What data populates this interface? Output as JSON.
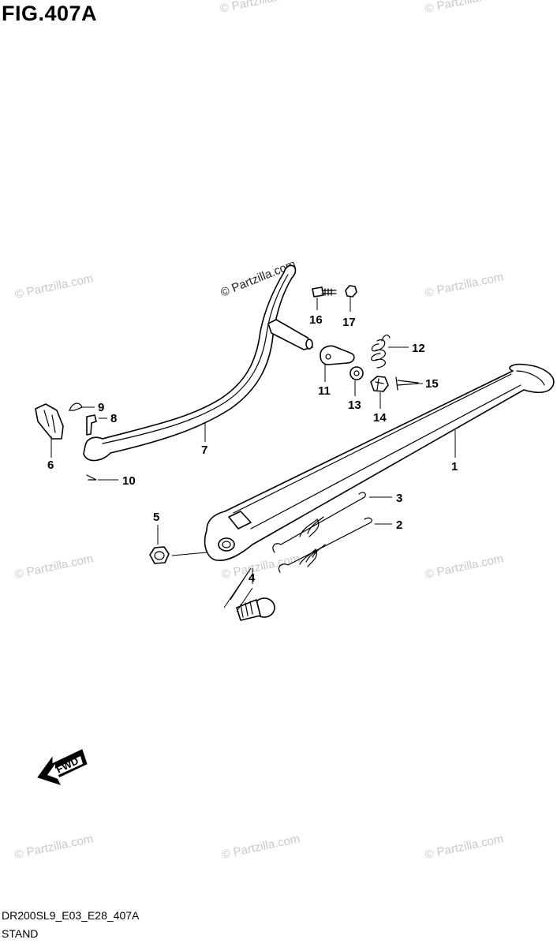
{
  "header": {
    "figure_title": "FIG.407A"
  },
  "footer": {
    "code": "DR200SL9_E03_E28_407A",
    "caption": "STAND"
  },
  "watermark": {
    "text": "© Partzilla.com"
  },
  "fwd_label": "FWD",
  "callouts": [
    {
      "id": "c1",
      "label": "1"
    },
    {
      "id": "c2",
      "label": "2"
    },
    {
      "id": "c3",
      "label": "3"
    },
    {
      "id": "c4",
      "label": "4"
    },
    {
      "id": "c5",
      "label": "5"
    },
    {
      "id": "c6",
      "label": "6"
    },
    {
      "id": "c7",
      "label": "7"
    },
    {
      "id": "c8",
      "label": "8"
    },
    {
      "id": "c9",
      "label": "9"
    },
    {
      "id": "c10",
      "label": "10"
    },
    {
      "id": "c11",
      "label": "11"
    },
    {
      "id": "c12",
      "label": "12"
    },
    {
      "id": "c13",
      "label": "13"
    },
    {
      "id": "c14",
      "label": "14"
    },
    {
      "id": "c15",
      "label": "15"
    },
    {
      "id": "c16",
      "label": "16"
    },
    {
      "id": "c17",
      "label": "17"
    }
  ]
}
